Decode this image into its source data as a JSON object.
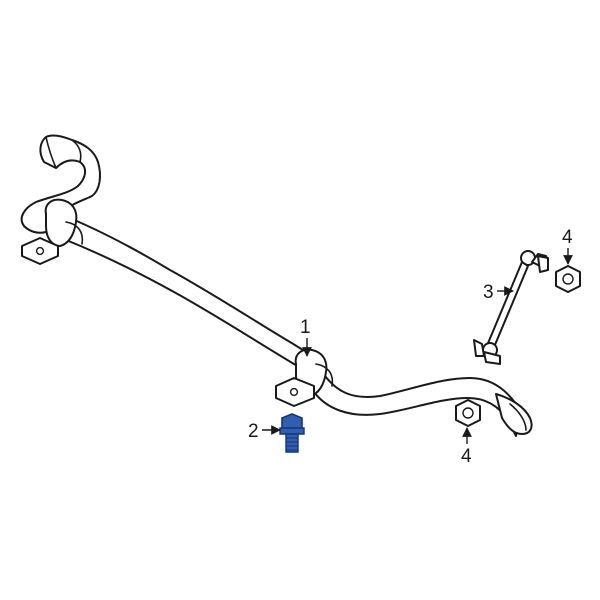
{
  "colors": {
    "line": "#1a1a1a",
    "background": "#ffffff",
    "highlight_fill": "#2f5fae",
    "highlight_stroke": "#13347a"
  },
  "callouts": {
    "c1": "1",
    "c2": "2",
    "c3": "3",
    "c4_top": "4",
    "c4_bottom": "4"
  },
  "highlighted_part": "2"
}
